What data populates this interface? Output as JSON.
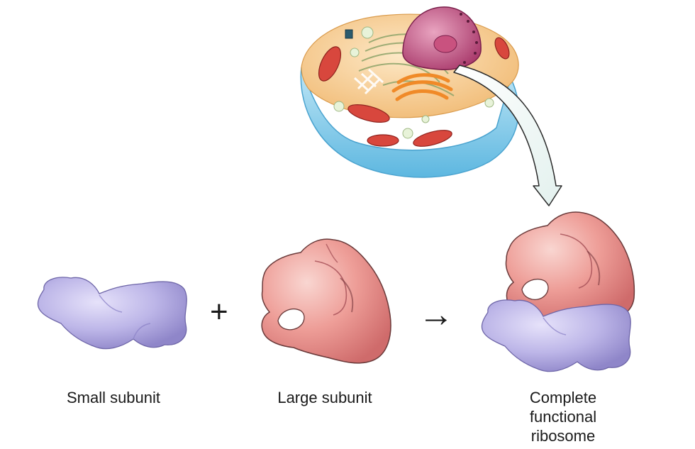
{
  "labels": {
    "small_subunit": "Small subunit",
    "large_subunit": "Large subunit",
    "complete_line1": "Complete",
    "complete_line2": "functional",
    "complete_line3": "ribosome"
  },
  "symbols": {
    "plus": "+",
    "arrow": "→"
  },
  "colors": {
    "small_subunit": "#b9b3e6",
    "large_subunit": "#ec9a96",
    "cytoplasm": "#f5c98a",
    "cell_water": "#7cc6e8",
    "nucleus": "#c85a86",
    "mitochondria": "#d8473d",
    "golgi": "#f29a3a"
  }
}
